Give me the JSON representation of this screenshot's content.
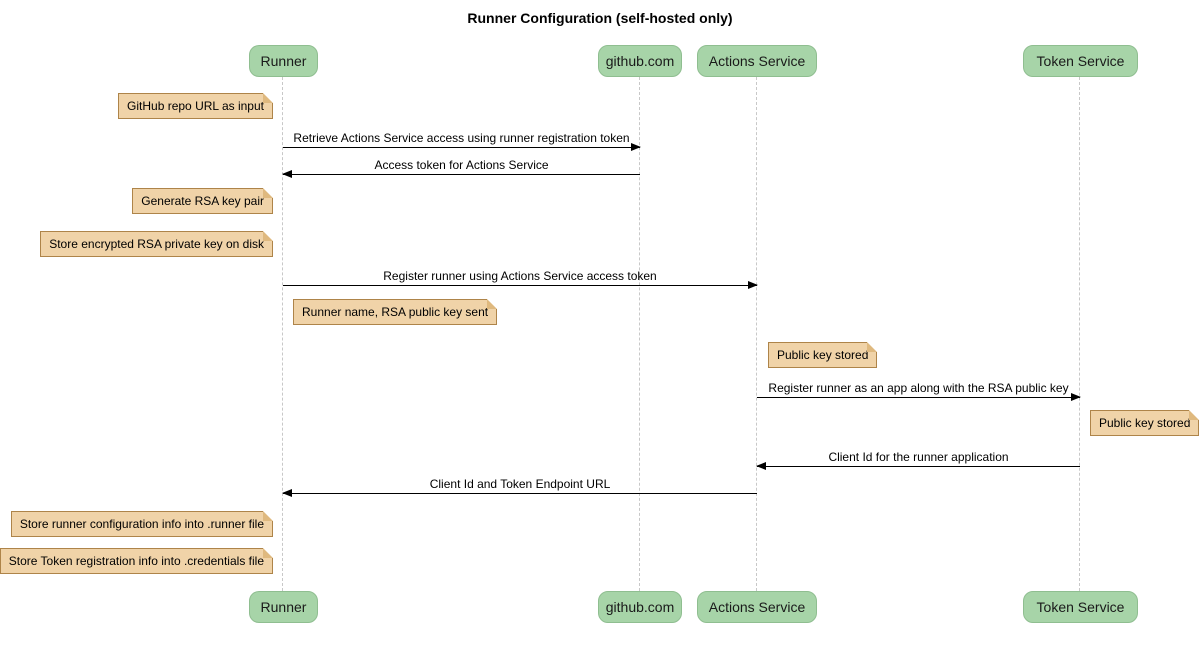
{
  "title": "Runner Configuration (self-hosted only)",
  "colors": {
    "background": "#ffffff",
    "participant_fill": "#a7d4a8",
    "participant_border": "#8fbe90",
    "note_fill": "#f0d3a8",
    "note_border": "#ae8449",
    "lifeline": "#c8c8c8",
    "arrow": "#000000"
  },
  "participants": [
    {
      "label": "Runner"
    },
    {
      "label": "github.com"
    },
    {
      "label": "Actions Service"
    },
    {
      "label": "Token Service"
    }
  ],
  "messages": [
    {
      "text": "Retrieve Actions Service access using runner registration token",
      "from": "Runner",
      "to": "github.com"
    },
    {
      "text": "Access token for Actions Service",
      "from": "github.com",
      "to": "Runner"
    },
    {
      "text": "Register runner using Actions Service access token",
      "from": "Runner",
      "to": "Actions Service"
    },
    {
      "text": "Register runner as an app along with the RSA public key",
      "from": "Actions Service",
      "to": "Token Service"
    },
    {
      "text": "Client Id for the runner application",
      "from": "Token Service",
      "to": "Actions Service"
    },
    {
      "text": "Client Id and Token Endpoint URL",
      "from": "Actions Service",
      "to": "Runner"
    }
  ],
  "notes": [
    {
      "text": "GitHub repo URL as input",
      "anchor": "Runner",
      "side": "left"
    },
    {
      "text": "Generate RSA key pair",
      "anchor": "Runner",
      "side": "left"
    },
    {
      "text": "Store encrypted RSA private key on disk",
      "anchor": "Runner",
      "side": "left"
    },
    {
      "text": "Runner name, RSA public key sent",
      "anchor": "Runner",
      "side": "right"
    },
    {
      "text": "Public key stored",
      "anchor": "Actions Service",
      "side": "right"
    },
    {
      "text": "Public key stored",
      "anchor": "Token Service",
      "side": "right"
    },
    {
      "text": "Store runner configuration info into .runner file",
      "anchor": "Runner",
      "side": "left"
    },
    {
      "text": "Store Token registration info into .credentials file",
      "anchor": "Runner",
      "side": "left"
    }
  ]
}
